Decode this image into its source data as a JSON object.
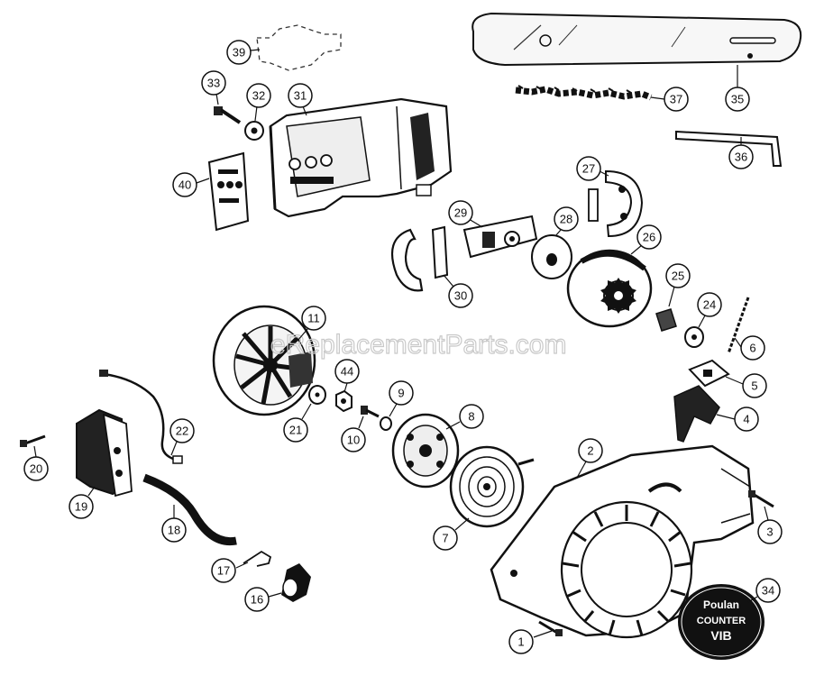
{
  "diagram": {
    "watermark": "eReplacementParts.com",
    "badge": {
      "line1": "Poulan",
      "line2": "COUNTER",
      "line3": "VIB"
    },
    "callouts": [
      "1",
      "2",
      "3",
      "4",
      "5",
      "6",
      "7",
      "8",
      "9",
      "10",
      "11",
      "16",
      "17",
      "18",
      "19",
      "20",
      "21",
      "22",
      "24",
      "25",
      "26",
      "27",
      "28",
      "29",
      "30",
      "31",
      "32",
      "33",
      "34",
      "35",
      "36",
      "37",
      "39",
      "40",
      "44"
    ]
  }
}
